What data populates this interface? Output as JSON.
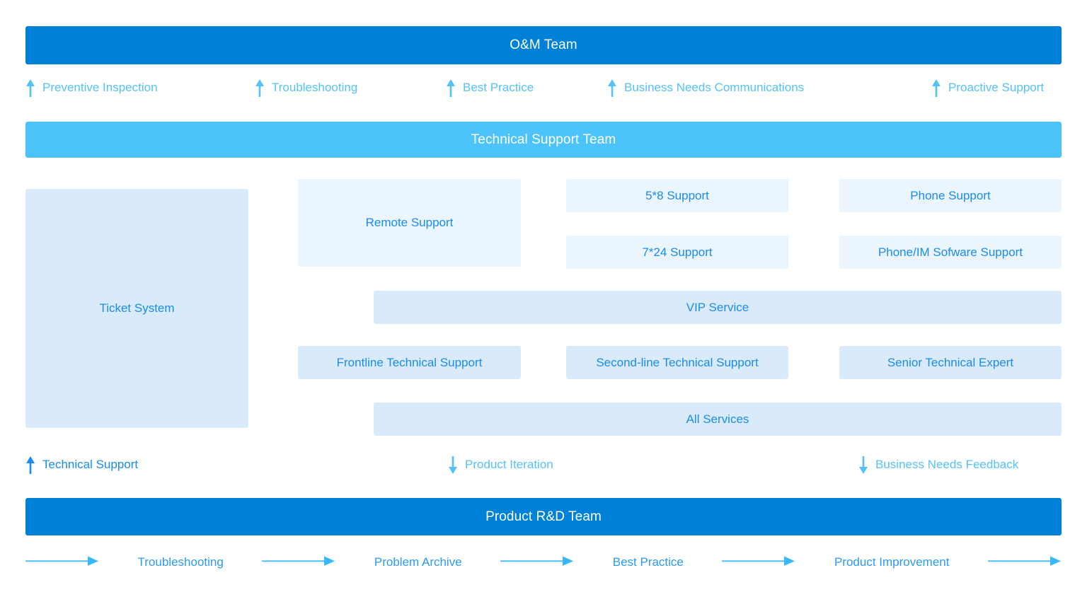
{
  "colors": {
    "brand_dark": "#0081d8",
    "brand_light": "#4cc3fb",
    "box_pale": "#eaf5fd",
    "box_mid": "#d9ebfb",
    "text_blue": "#1a8cf0",
    "text_light_blue": "#54c2fa",
    "background": "#ffffff"
  },
  "banners": {
    "om_team": "O&M Team",
    "technical_support_team": "Technical Support Team",
    "product_rnd_team": "Product R&D Team"
  },
  "top_flows": [
    {
      "label": "Preventive Inspection",
      "direction": "up",
      "icon": "arrow-up-icon"
    },
    {
      "label": "Troubleshooting",
      "direction": "up",
      "icon": "arrow-up-icon"
    },
    {
      "label": "Best Practice",
      "direction": "up",
      "icon": "arrow-up-icon"
    },
    {
      "label": "Business Needs Communications",
      "direction": "up",
      "icon": "arrow-up-icon"
    },
    {
      "label": "Proactive Support",
      "direction": "up",
      "icon": "arrow-up-icon"
    }
  ],
  "boxes": {
    "ticket_system": "Ticket System",
    "remote_support": "Remote Support",
    "support_5x8": "5*8 Support",
    "support_7x24": "7*24 Support",
    "phone_support": "Phone Support",
    "phone_im_software_support": "Phone/IM Sofware Support",
    "vip_service": "VIP Service",
    "frontline_technical_support": "Frontline Technical Support",
    "second_line_technical_support": "Second-line Technical Support",
    "senior_technical_expert": "Senior Technical Expert",
    "all_services": "All Services"
  },
  "mid_flows": [
    {
      "label": "Technical Support",
      "direction": "up",
      "icon": "arrow-up-icon",
      "emphasis": "strong"
    },
    {
      "label": "Product Iteration",
      "direction": "down",
      "icon": "arrow-down-icon",
      "emphasis": "normal"
    },
    {
      "label": "Business Needs Feedback",
      "direction": "down",
      "icon": "arrow-down-icon",
      "emphasis": "normal"
    }
  ],
  "bottom_chain": {
    "labels": [
      "Troubleshooting",
      "Problem Archive",
      "Best Practice",
      "Product Improvement"
    ],
    "arrow_icon": "arrow-right-icon",
    "arrow_count": 5
  }
}
